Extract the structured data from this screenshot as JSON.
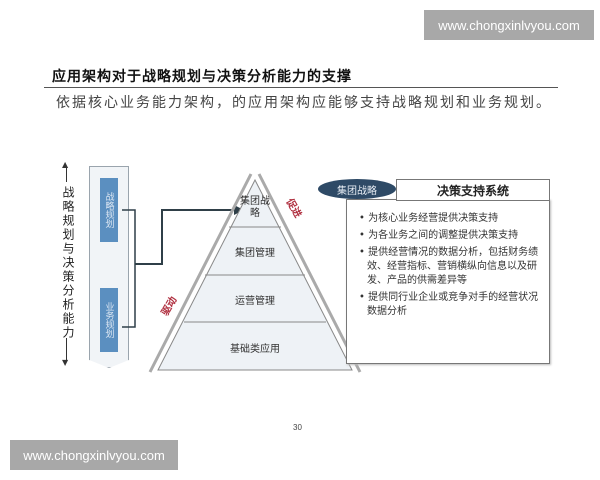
{
  "watermarks": {
    "top": "www.chongxinlvyou.com",
    "bottom": "www.chongxinlvyou.com"
  },
  "page": {
    "title": "应用架构对于战略规划与决策分析能力的支撑",
    "subtitle": "依据核心业务能力架构，的应用架构应能够支持战略规划和业务规划。",
    "page_number": "30"
  },
  "left_panel": {
    "side_label": "战略规划与决策分析能力",
    "boxes": [
      "战略规划",
      "业务规划"
    ]
  },
  "pyramid": {
    "levels": [
      "集团战略",
      "集团管理",
      "运营管理",
      "基础类应用"
    ],
    "left_edge_label": "驱动",
    "right_edge_label": "促进"
  },
  "decision_support": {
    "tag": "集团战略",
    "title": "决策支持系统",
    "items": [
      "为核心业务经营提供决策支持",
      "为各业务之间的调整提供决策支持",
      "提供经营情况的数据分析，包括财务绩效、经营指标、营销横纵向信息以及研发、产品的供需差异等",
      "提供同行业企业或竞争对手的经营状况数据分析"
    ]
  },
  "colors": {
    "blue_box": "#5b8fc0",
    "tag_navy": "#2e4a66",
    "red_label": "#b03040",
    "arrow": "#2f3f48"
  }
}
